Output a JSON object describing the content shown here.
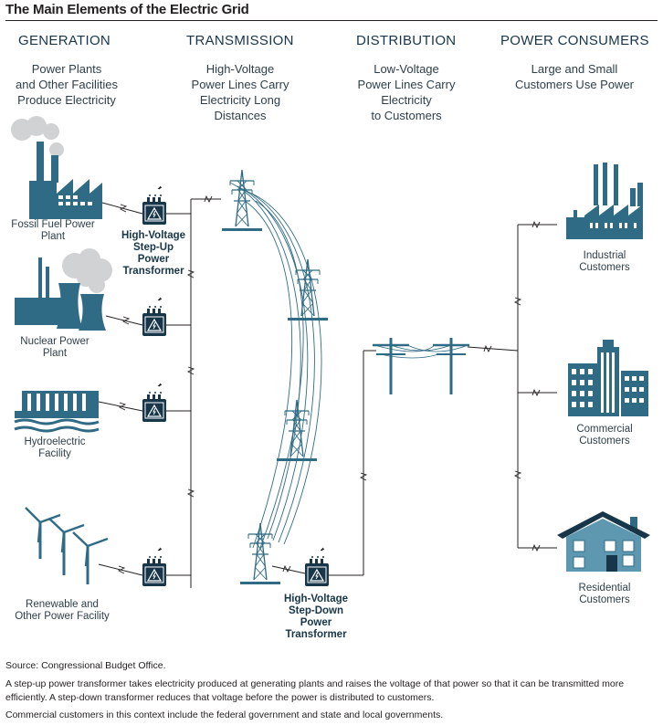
{
  "title": "The Main Elements of the Electric Grid",
  "columns": [
    {
      "heading": "GENERATION",
      "sub": "Power Plants\nand Other Facilities\nProduce Electricity"
    },
    {
      "heading": "TRANSMISSION",
      "sub": "High-Voltage\nPower Lines Carry\nElectricity Long\nDistances"
    },
    {
      "heading": "DISTRIBUTION",
      "sub": "Low-Voltage\nPower Lines Carry\nElectricity\nto Customers"
    },
    {
      "heading": "POWER CONSUMERS",
      "sub": "Large and Small\nCustomers Use Power"
    }
  ],
  "generators": [
    {
      "label": "Fossil Fuel Power\nPlant",
      "icon": "factory-icon"
    },
    {
      "label": "Nuclear Power\nPlant",
      "icon": "nuclear-plant-icon"
    },
    {
      "label": "Hydroelectric\nFacility",
      "icon": "dam-icon"
    },
    {
      "label": "Renewable and\nOther Power Facility",
      "icon": "wind-turbine-icon"
    }
  ],
  "transformers": {
    "step_up": "High-Voltage\nStep-Up\nPower\nTransformer",
    "step_down": "High-Voltage\nStep-Down\nPower\nTransformer"
  },
  "consumers": [
    {
      "label": "Industrial\nCustomers",
      "icon": "industrial-icon"
    },
    {
      "label": "Commercial\nCustomers",
      "icon": "office-buildings-icon"
    },
    {
      "label": "Residential\nCustomers",
      "icon": "house-icon"
    }
  ],
  "notes": {
    "source": "Source: Congressional Budget Office.",
    "note1": "A step-up power transformer takes electricity produced at generating plants and raises the voltage of that power so that it can be transmitted more efficiently. A step-down transformer reduces that voltage before the power is distributed to customers.",
    "note2": "Commercial customers in this context include the federal government and state and local governments."
  },
  "colors": {
    "icon": "#2f6b85",
    "dark": "#17364a",
    "line": "#231f20"
  }
}
